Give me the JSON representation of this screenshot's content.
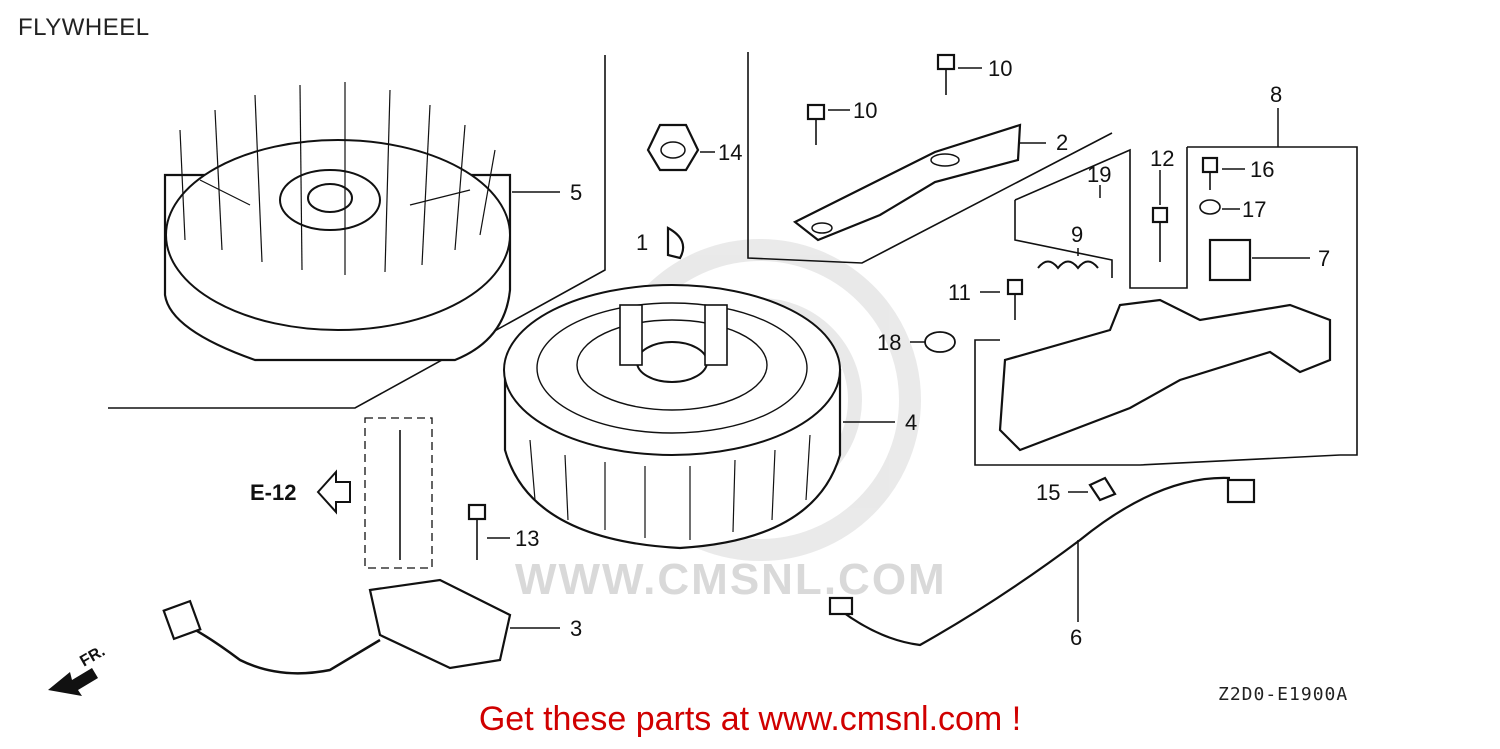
{
  "title": "FLYWHEEL",
  "reference": {
    "label": "E-12"
  },
  "front_label": "FR.",
  "diagram_code": "Z2D0-E1900A",
  "watermark": "WWW.CMSNL.COM",
  "footer": "Get these parts at www.cmsnl.com !",
  "callouts": {
    "c1": "1",
    "c2": "2",
    "c3": "3",
    "c4": "4",
    "c5": "5",
    "c6": "6",
    "c7": "7",
    "c8": "8",
    "c9": "9",
    "c10a": "10",
    "c10b": "10",
    "c11": "11",
    "c12": "12",
    "c13": "13",
    "c14": "14",
    "c15": "15",
    "c16": "16",
    "c17": "17",
    "c18": "18",
    "c19": "19"
  }
}
